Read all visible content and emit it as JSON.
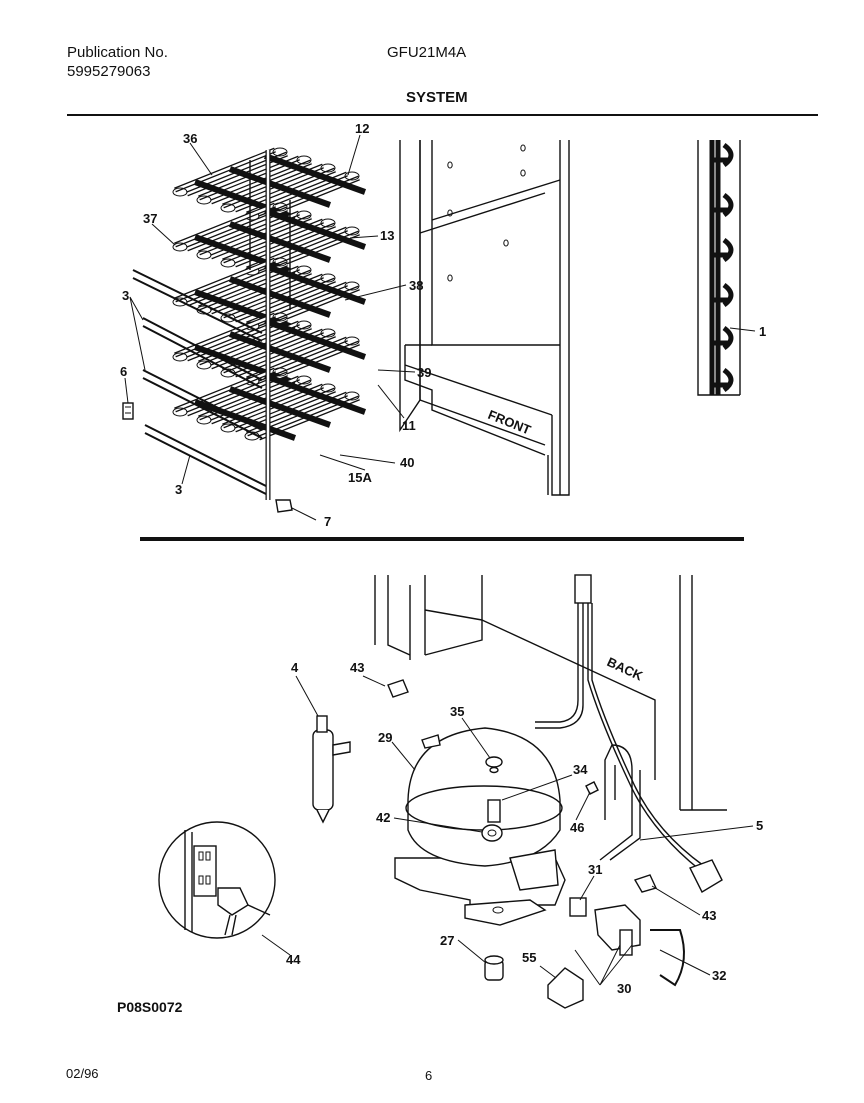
{
  "header": {
    "publication_label": "Publication No.",
    "publication_number": "5995279063",
    "model": "GFU21M4A",
    "section_title": "SYSTEM"
  },
  "upper_diagram": {
    "cabinet_label": "FRONT",
    "callouts": {
      "c36": "36",
      "c12": "12",
      "c37": "37",
      "c13": "13",
      "c38": "38",
      "c3a": "3",
      "c1": "1",
      "c6": "6",
      "c39": "39",
      "c11": "11",
      "c40": "40",
      "c15a": "15A",
      "c3b": "3",
      "c7": "7"
    }
  },
  "lower_diagram": {
    "cabinet_label": "BACK",
    "callouts": {
      "c4": "4",
      "c43a": "43",
      "c35": "35",
      "c29": "29",
      "c34": "34",
      "c46": "46",
      "c5": "5",
      "c42": "42",
      "c31": "31",
      "c43b": "43",
      "c27": "27",
      "c55": "55",
      "c30": "30",
      "c32": "32",
      "c44": "44"
    }
  },
  "footer": {
    "figure_code": "P08S0072",
    "date": "02/96",
    "page_number": "6"
  }
}
